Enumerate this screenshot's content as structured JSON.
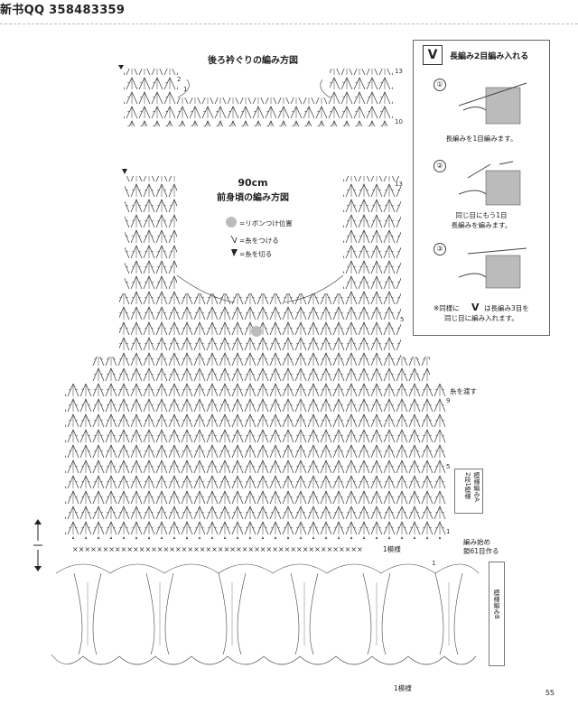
{
  "header": {
    "text": "新书QQ 358483359"
  },
  "back_neck": {
    "title": "後ろ衿ぐりの編み方図",
    "row_top": "13",
    "row_bottom": "10",
    "lbl_2": "2",
    "lbl_1": "1"
  },
  "front": {
    "size": "90cm",
    "title": "前身頃の編み方図",
    "row_13": "13",
    "row_9": "9",
    "row_5": "5",
    "row_5b": "5",
    "row_1": "1"
  },
  "legend": {
    "ribbon": "=リボンつけ位置",
    "join": "=糸をつける",
    "cut": "=糸を切る"
  },
  "labels": {
    "pass_yarn": "糸を渡す",
    "pattern_a_1": "模様編みA",
    "pattern_a_2": "2段1模様",
    "one_repeat_top": "1模様",
    "start": "編み始め",
    "foundation": "鎖61目作る",
    "pattern_b": "模様編みB",
    "one_repeat_bottom": "1模様",
    "arrow_1": "1",
    "row_1b": "1"
  },
  "instruction": {
    "symbol": "V",
    "title": "長編み2目編み入れる",
    "steps": [
      {
        "num": "①",
        "caption": "長編みを1目編みます。"
      },
      {
        "num": "②",
        "caption_1": "同じ目にもう1目",
        "caption_2": "長編みを編みます。"
      },
      {
        "num": "③",
        "caption_1": "※同様に",
        "caption_2": "は長編み3目を",
        "caption_3": "同じ目に編み入れます。"
      }
    ]
  },
  "page_number": "55"
}
